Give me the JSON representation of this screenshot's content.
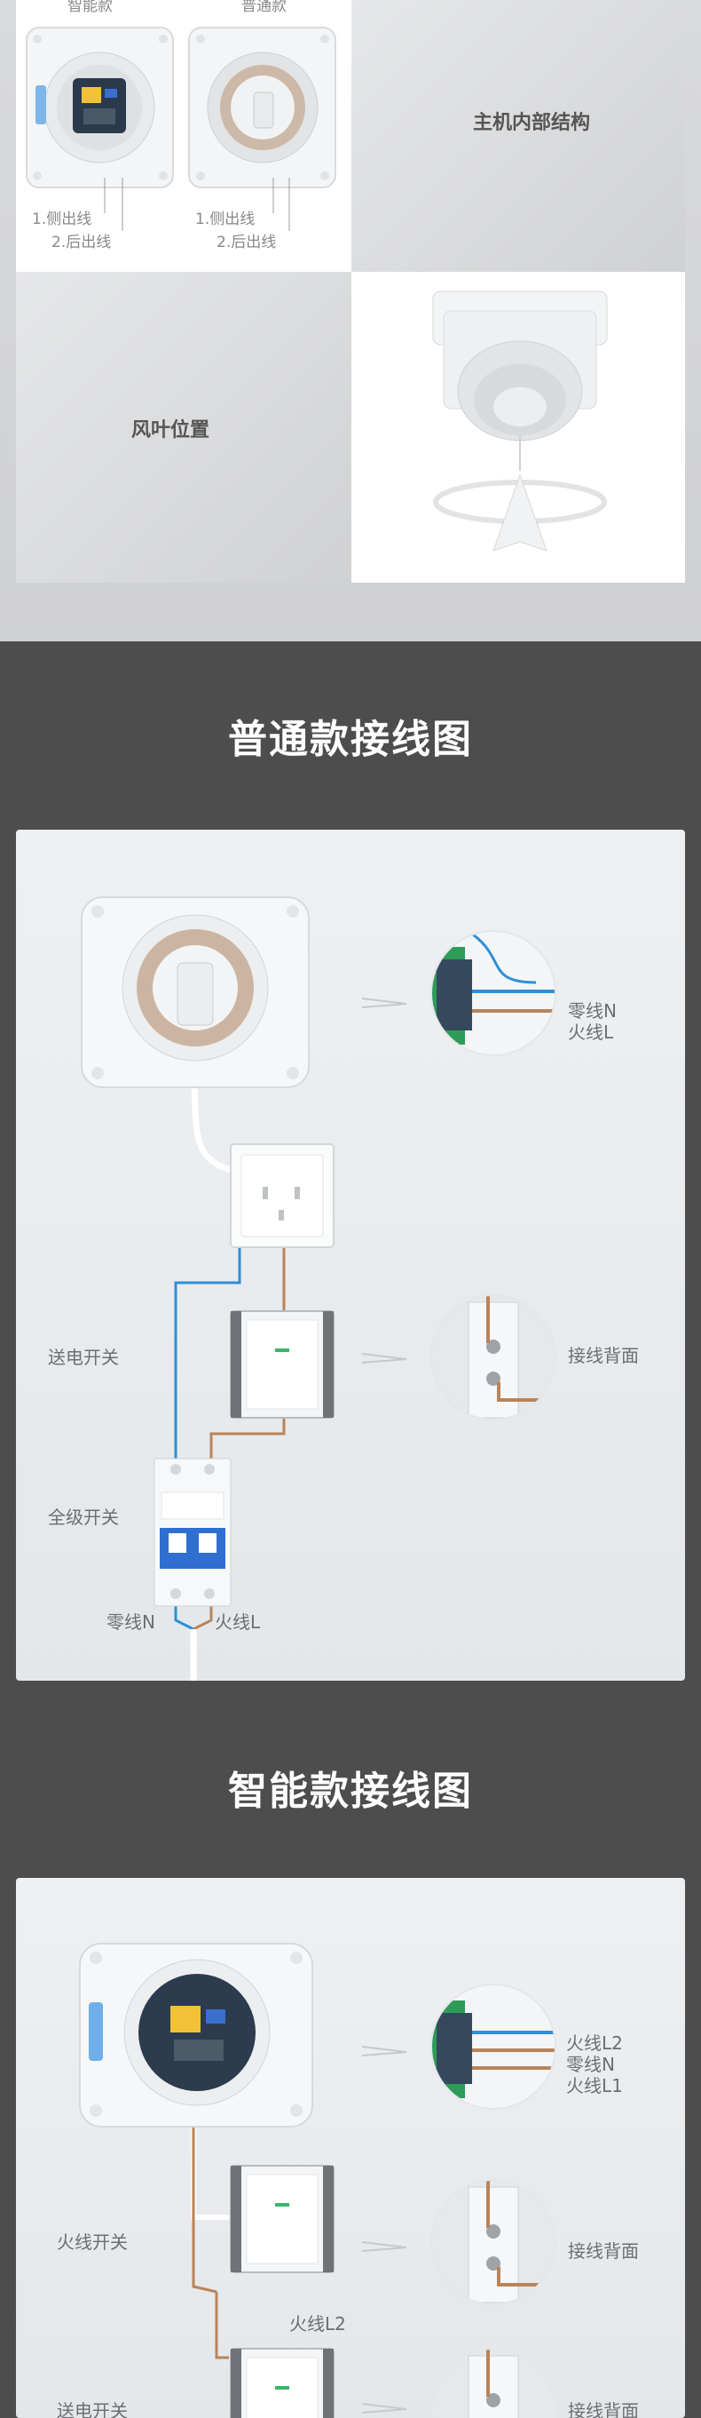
{
  "top": {
    "model_smart": "智能款",
    "model_normal": "普通款",
    "side_exit": "1.侧出线",
    "back_exit": "2.后出线",
    "internal_structure": "主机内部结构",
    "blade_position": "风叶位置"
  },
  "normal_section": {
    "title": "普通款接线图",
    "neutral_right": "零线N",
    "live_right": "火线L",
    "power_switch": "送电开关",
    "wiring_back": "接线背面",
    "main_switch": "全级开关",
    "neutral_bottom": "零线N",
    "live_bottom": "火线L"
  },
  "smart_section": {
    "title": "智能款接线图",
    "live_l2": "火线L2",
    "neutral": "零线N",
    "live_l1": "火线L1",
    "live_switch": "火线开关",
    "wiring_back_1": "接线背面",
    "live_l2_mid": "火线L2",
    "power_switch": "送电开关",
    "wiring_back_2": "接线背面"
  },
  "colors": {
    "dark_band": "#4d4d4d",
    "blue_wire": "#2f8fd6",
    "brown_wire": "#b8845a",
    "breaker_blue": "#2f6fd0"
  }
}
